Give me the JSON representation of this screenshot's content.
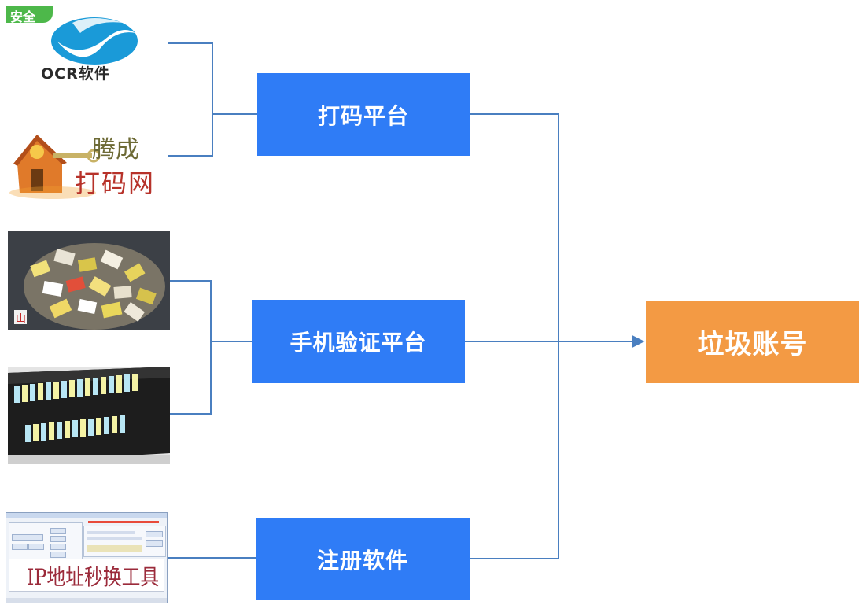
{
  "boxes": {
    "captcha_platform": "打码平台",
    "phone_verify_platform": "手机验证平台",
    "registration_software": "注册软件",
    "junk_accounts": "垃圾账号"
  },
  "images": {
    "ocr_software": {
      "badge": "安全",
      "label": "OCR软件"
    },
    "tengcheng": {
      "line1": "腾成",
      "line2": "打码网"
    },
    "sim_cards": {
      "corner_mark": "山"
    },
    "ip_tool": {
      "banner_text": "IP地址秒换工具"
    }
  },
  "colors": {
    "blue_box": "#2f7cf6",
    "orange_box": "#f39a44",
    "connector": "#4a7fc0"
  }
}
